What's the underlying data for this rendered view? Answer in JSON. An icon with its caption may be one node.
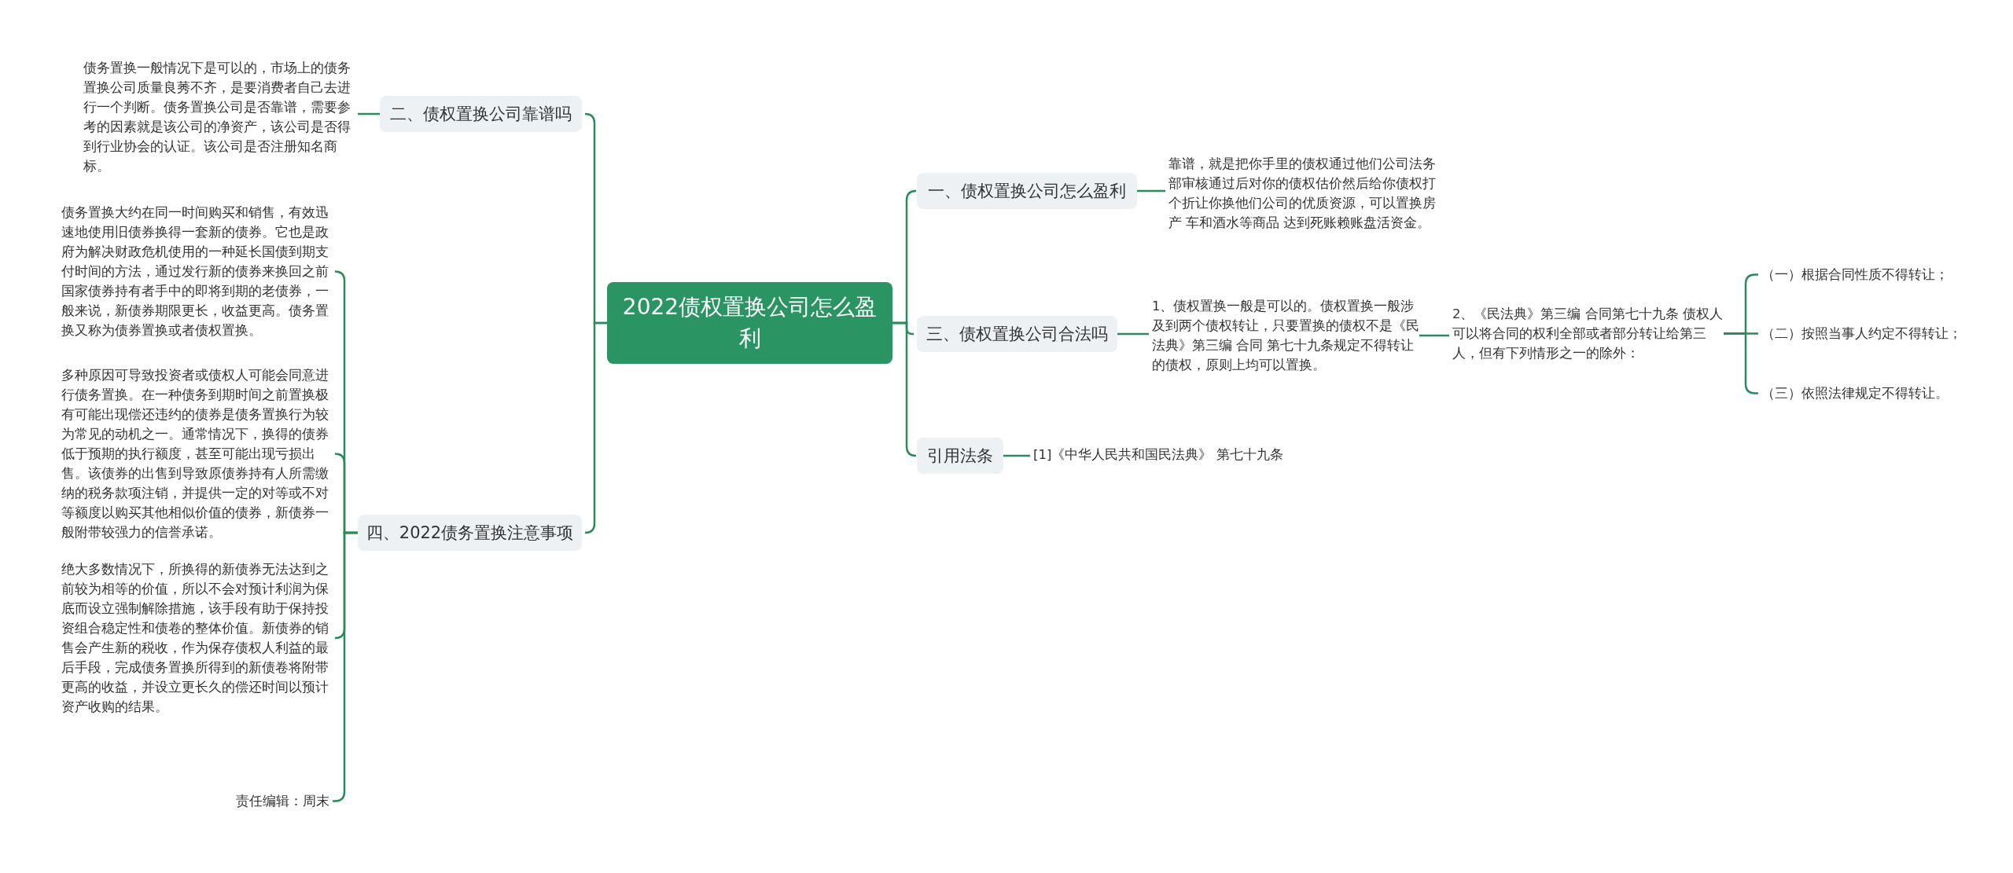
{
  "diagram": {
    "nodes": [
      {
        "text": [
          "2022债权置换公司怎么盈利"
        ]
      },
      {
        "text": [
          "一、债权置换公司怎么盈利"
        ]
      },
      {
        "text": [
          "靠谱，就是把你手里的债权通过他们公司法务部审核通过后对你的债权估价然后给你债权打个折让你换他们公司的优质资源，可以置换房产 车和酒水等商品 达到死账赖账盘活资金。"
        ]
      },
      {
        "text": [
          "二、债权置换公司靠谱吗"
        ]
      },
      {
        "text": [
          "债务置换一般情况下是可以的，市场上的债务置换公司质量良莠不齐，是要消费者自己去进行一个判断。债务置换公司是否靠谱，需要参考的因素就是该公司的净资产，该公司是否得到行业协会的认证。该公司是否注册知名商标。"
        ]
      },
      {
        "text": [
          "三、债权置换公司合法吗"
        ]
      },
      {
        "text": [
          "1、债权置换一般是可以的。债权置换一般涉及到两个债权转让，只要置换的债权不是《民法典》第三编 合同 第七十九条规定不得转让的债权，原则上均可以置换。"
        ]
      },
      {
        "text": [
          "2、《民法典》第三编 合同第七十九条 债权人可以将合同的权利全部或者部分转让给第三人，但有下列情形之一的除外："
        ]
      },
      {
        "text": [
          "（一）根据合同性质不得转让；"
        ]
      },
      {
        "text": [
          "（二）按照当事人约定不得转让；"
        ]
      },
      {
        "text": [
          "（三）依照法律规定不得转让。"
        ]
      },
      {
        "text": [
          "四、2022债务置换注意事项"
        ]
      },
      {
        "text": [
          "债务置换大约在同一时间购买和销售，有效迅速地使用旧债券换得一套新的债券。它也是政府为解决财政危机使用的一种延长国债到期支付时间的方法，通过发行新的债券来换回之前国家债券持有者手中的即将到期的老债券，一般来说，新债券期限更长，收益更高。债务置换又称为债券置换或者债权置换。"
        ]
      },
      {
        "text": [
          "多种原因可导致投资者或债权人可能会同意进行债务置换。在一种债务到期时间之前置换极有可能出现偿还违约的债券是债务置换行为较为常见的动机之一。通常情况下，换得的债券低于预期的执行额度，甚至可能出现亏损出售。该债券的出售到导致原债券持有人所需缴纳的税务款项注销，并提供一定的对等或不对等额度以购买其他相似价值的债券，新债券一般附带较强力的信誉承诺。"
        ]
      },
      {
        "text": [
          "绝大多数情况下，所换得的新债券无法达到之前较为相等的价值，所以不会对预计利润为保底而设立强制解除措施，该手段有助于保持投资组合稳定性和债卷的整体价值。新债券的销售会产生新的税收，作为保存债权人利益的最后手段，完成债务置换所得到的新债卷将附带更高的收益，并设立更长久的偿还时间以预计资产收购的结果。"
        ]
      },
      {
        "text": [
          "责任编辑：周末"
        ]
      },
      {
        "text": [
          "引用法条"
        ]
      },
      {
        "text": [
          "[1]《中华人民共和国民法典》 第七十九条"
        ]
      }
    ],
    "edges": [
      {
        "from": 0,
        "to": 1,
        "arrow": "none"
      },
      {
        "from": 0,
        "to": 5,
        "arrow": "none"
      },
      {
        "from": 0,
        "to": 16,
        "arrow": "none"
      },
      {
        "from": 0,
        "to": 3,
        "arrow": "none"
      },
      {
        "from": 0,
        "to": 11,
        "arrow": "none"
      },
      {
        "from": 1,
        "to": 2,
        "arrow": "none"
      },
      {
        "from": 3,
        "to": 4,
        "arrow": "none"
      },
      {
        "from": 5,
        "to": 6,
        "arrow": "none"
      },
      {
        "from": 6,
        "to": 7,
        "arrow": "none"
      },
      {
        "from": 7,
        "to": 8,
        "arrow": "none"
      },
      {
        "from": 7,
        "to": 9,
        "arrow": "none"
      },
      {
        "from": 7,
        "to": 10,
        "arrow": "none"
      },
      {
        "from": 11,
        "to": 12,
        "arrow": "none"
      },
      {
        "from": 11,
        "to": 13,
        "arrow": "none"
      },
      {
        "from": 11,
        "to": 14,
        "arrow": "none"
      },
      {
        "from": 11,
        "to": 15,
        "arrow": "none"
      },
      {
        "from": 16,
        "to": 17,
        "arrow": "none"
      }
    ]
  }
}
